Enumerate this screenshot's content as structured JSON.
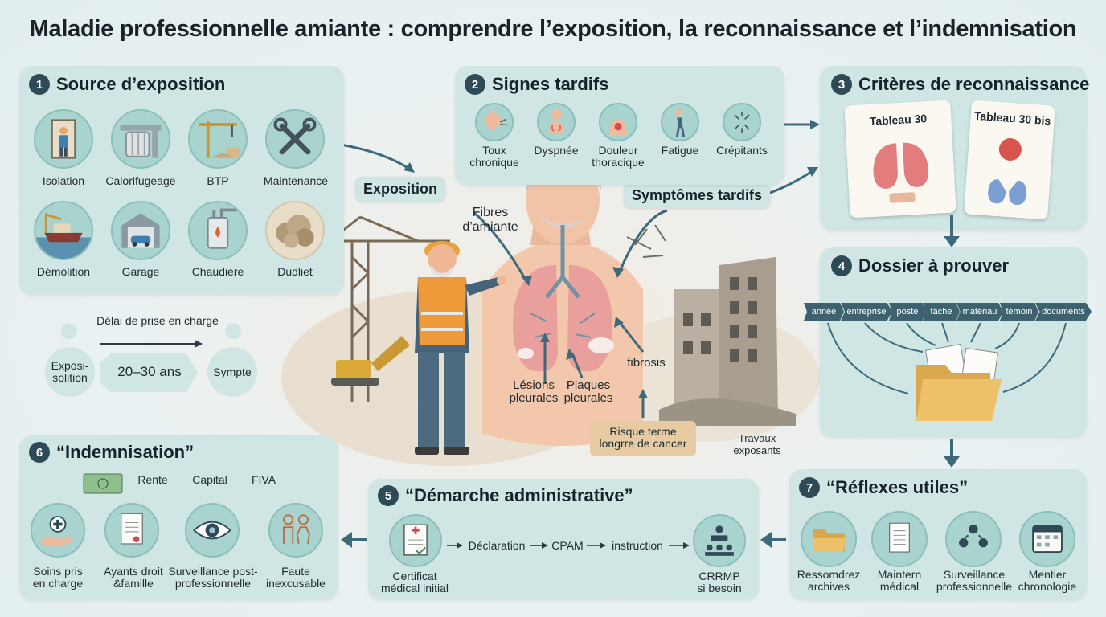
{
  "title": "Maladie professionnelle amiante : comprendre l’exposition, la reconnaissance et l’indemnisation",
  "colors": {
    "panel": "#cfe6e4",
    "accent": "#2f4a57",
    "arrow": "#3d6a7a",
    "cancer_box": "#e6cba3"
  },
  "panel1": {
    "number": "1",
    "title": "Source d’exposition",
    "items": [
      {
        "label": "Isolation",
        "icon": "worker-door-icon"
      },
      {
        "label": "Calorifugeage",
        "icon": "pipe-insulation-icon"
      },
      {
        "label": "BTP",
        "icon": "crane-icon"
      },
      {
        "label": "Maintenance",
        "icon": "wrench-icon"
      },
      {
        "label": "Démolition",
        "icon": "ship-icon"
      },
      {
        "label": "Garage",
        "icon": "garage-icon"
      },
      {
        "label": "Chaudière",
        "icon": "boiler-icon"
      },
      {
        "label": "Dudliet",
        "icon": "dust-cloud-icon"
      }
    ]
  },
  "delay": {
    "title": "Délai de prise en charge",
    "start": "Exposi-\nsolition",
    "duration": "20–30 ans",
    "end": "Sympte"
  },
  "panel2": {
    "number": "2",
    "title": "Signes tardifs",
    "items": [
      {
        "label": "Toux\nchronique",
        "icon": "cough-icon"
      },
      {
        "label": "Dyspnée",
        "icon": "dyspnea-icon"
      },
      {
        "label": "Douleur\nthoracique",
        "icon": "chest-pain-icon"
      },
      {
        "label": "Fatigue",
        "icon": "fatigue-icon"
      },
      {
        "label": "Crépitants",
        "icon": "crackles-icon"
      }
    ]
  },
  "panel3": {
    "number": "3",
    "title": "Critères de reconnaissance",
    "card1": "Tableau 30",
    "card2": "Tableau 30 bis"
  },
  "panel4": {
    "number": "4",
    "title": "Dossier à prouver",
    "steps": [
      "année",
      "entreprise",
      "poste",
      "tâche",
      "matériau",
      "témoin",
      "documents"
    ]
  },
  "panel5": {
    "number": "5",
    "title": "“Démarche administrative”",
    "start": "Certificat\nmédical initial",
    "steps": [
      "Déclaration",
      "CPAM",
      "instruction"
    ],
    "end": "CRRMP\nsi besoin"
  },
  "panel6": {
    "number": "6",
    "title": "“Indemnisation”",
    "top_labels": [
      "Rente",
      "Capital",
      "FIVA"
    ],
    "items": [
      {
        "label": "Soins pris\nen charge",
        "icon": "hand-care-icon"
      },
      {
        "label": "Ayants droit\n&famille",
        "icon": "document-icon"
      },
      {
        "label": "Surveillance post-\nprofessionnelle",
        "icon": "eye-icon"
      },
      {
        "label": "Faute\ninexcusable",
        "icon": "family-icon"
      }
    ]
  },
  "panel7": {
    "number": "7",
    "title": "“Réflexes utiles”",
    "items": [
      {
        "label": "Ressomdrez\narchives",
        "icon": "folder-icon"
      },
      {
        "label": "Maintern\nmédical",
        "icon": "document-icon"
      },
      {
        "label": "Surveillance\nprofessionnelle",
        "icon": "people-icon"
      },
      {
        "label": "Mentier\nchronologie",
        "icon": "calendar-icon"
      }
    ]
  },
  "center": {
    "exposition": "Exposition",
    "fibres": "Fibres\nd’amiante",
    "symptomes": "Symptômes tardifs",
    "lesions": "Lésions\npleurales",
    "plaques": "Plaques\npleurales",
    "fibrosis": "fibrosis",
    "cancer": "Risque terme\nlongrre de cancer",
    "travaux": "Travaux\nexposants"
  }
}
